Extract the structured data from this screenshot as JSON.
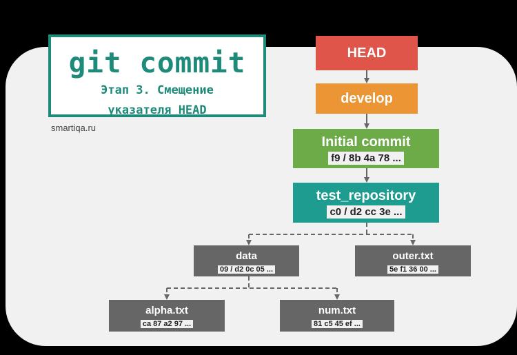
{
  "title": {
    "main": "git commit",
    "line1": "Этап 3. Смещение",
    "line2": "указателя HEAD"
  },
  "site": "smartiqa.ru",
  "nodes": {
    "head": {
      "label": "HEAD"
    },
    "develop": {
      "label": "develop"
    },
    "initial_commit": {
      "label": "Initial commit",
      "hash": "f9 / 8b 4a 78 ..."
    },
    "test_repository": {
      "label": "test_repository",
      "hash": "c0 / d2 cc 3e ..."
    },
    "data": {
      "label": "data",
      "hash": "09 / d2 0c 05 ..."
    },
    "outer_txt": {
      "label": "outer.txt",
      "hash": "5e f1 36 00 ..."
    },
    "alpha_txt": {
      "label": "alpha.txt",
      "hash": "ca 87 a2 97 ..."
    },
    "num_txt": {
      "label": "num.txt",
      "hash": "81 c5 45 ef ..."
    }
  },
  "colors": {
    "head": "#e0554a",
    "develop": "#ec9535",
    "commit": "#6cab48",
    "tree": "#1e9c8f",
    "blob": "#666666",
    "title_accent": "#1e8a7a"
  }
}
